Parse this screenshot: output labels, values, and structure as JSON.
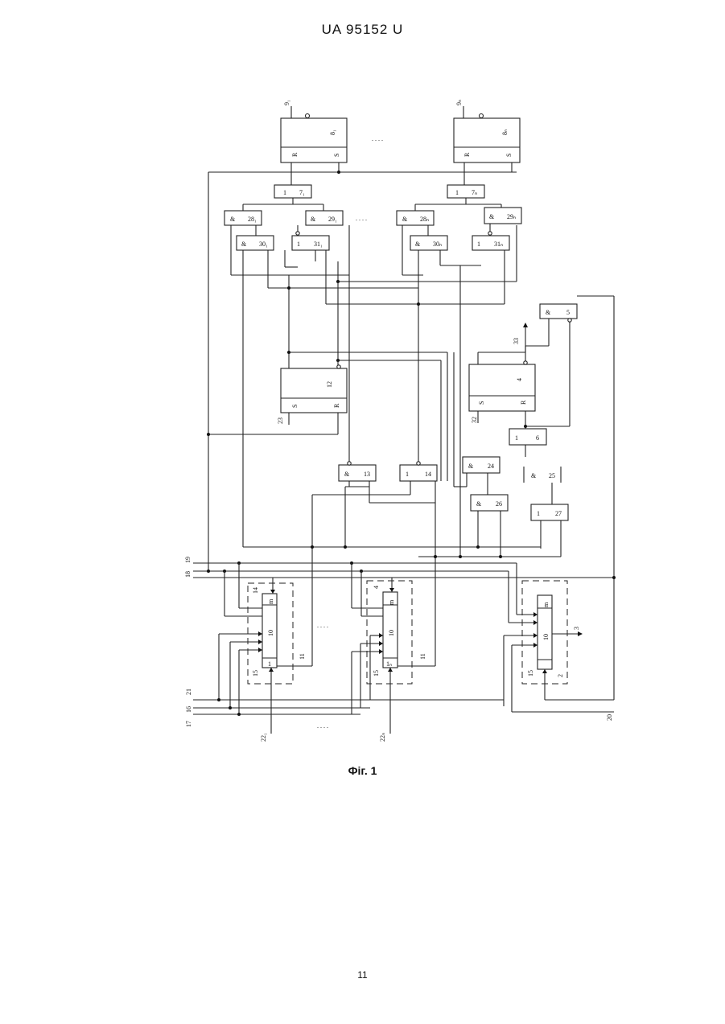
{
  "header": {
    "doc_id": "UA   95152   U"
  },
  "figure": {
    "caption": "Фіг. 1"
  },
  "footer": {
    "page_number": "11"
  },
  "labels": {
    "out_9_1": "9₁",
    "out_9_n": "9ₙ",
    "trig_1": "8₁",
    "trig_n": "8ₙ",
    "R": "R",
    "S": "S",
    "or_7_1": "7₁",
    "or_7_n": "7ₙ",
    "one": "1",
    "and": "&",
    "and_28_1": "28₁",
    "and_29_1": "29₁",
    "and_28_n": "28ₙ",
    "and_29_n": "29ₙ",
    "and_30_1": "30₁",
    "or_31_1": "31₁",
    "and_30_n": "30ₙ",
    "or_31_n": "31ₙ",
    "ellipsis": ". . . .",
    "and_5": "5",
    "out_33": "33",
    "trig_4": "4",
    "trig_12": "12",
    "in_23": "23",
    "in_32": "32",
    "el_6": "6",
    "el_13": "13",
    "el_14": "14",
    "el_24": "24",
    "el_25": "25",
    "el_26": "26",
    "el_27": "27",
    "in_18": "18",
    "in_19": "19",
    "in_21": "21",
    "in_16": "16",
    "in_17": "17",
    "in_20": "20",
    "reg_10_1": "10",
    "reg_10_n": "10",
    "reg_10_m": "10",
    "lbl_m": "m",
    "lbl_11": "11",
    "lbl_15": "15",
    "lbl_1": "1",
    "lbl_2": "2",
    "lbl_1n": "1ₙ",
    "lbl_14": "14",
    "lbl_4": "4",
    "lbl_3": "3",
    "in_22_1": "22₁",
    "in_22_n": "22ₙ"
  }
}
